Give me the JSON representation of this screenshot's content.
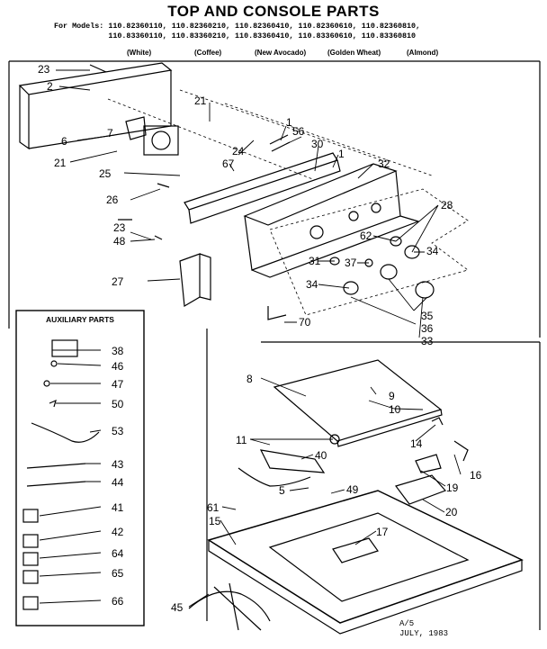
{
  "title": "TOP AND CONSOLE PARTS",
  "models_prefix": "For Models:",
  "models_line1": "110.82360110, 110.82360210, 110.82360410, 110.82360610, 110.82360810,",
  "models_line2": "110.83360110, 110.83360210, 110.83360410, 110.83360610, 110.83360810",
  "colors": [
    "(White)",
    "(Coffee)",
    "(New Avocado)",
    "(Golden Wheat)",
    "(Almond)"
  ],
  "auxiliary_title": "AUXILIARY PARTS",
  "part_labels": {
    "p23a": "23",
    "p2": "2",
    "p21a": "21",
    "p7": "7",
    "p6": "6",
    "p21b": "21",
    "p1a": "1",
    "p56": "56",
    "p30": "30",
    "p1b": "1",
    "p32": "32",
    "p24": "24",
    "p67": "67",
    "p25": "25",
    "p26": "26",
    "p28": "28",
    "p62": "62",
    "p34a": "34",
    "p23b": "23",
    "p48": "48",
    "p37": "37",
    "p31": "31",
    "p27": "27",
    "p34b": "34",
    "p35": "35",
    "p36": "36",
    "p33": "33",
    "p70": "70",
    "p38": "38",
    "p46": "46",
    "p47": "47",
    "p50": "50",
    "p53": "53",
    "p43": "43",
    "p44": "44",
    "p41": "41",
    "p42": "42",
    "p64": "64",
    "p65": "65",
    "p66": "66",
    "p8": "8",
    "p9": "9",
    "p10": "10",
    "p11": "11",
    "p14": "14",
    "p40": "40",
    "p16": "16",
    "p5": "5",
    "p49": "49",
    "p19": "19",
    "p61": "61",
    "p15": "15",
    "p20": "20",
    "p17": "17",
    "p45": "45"
  },
  "footer_code": "A/5",
  "footer_date": "JULY, 1983"
}
